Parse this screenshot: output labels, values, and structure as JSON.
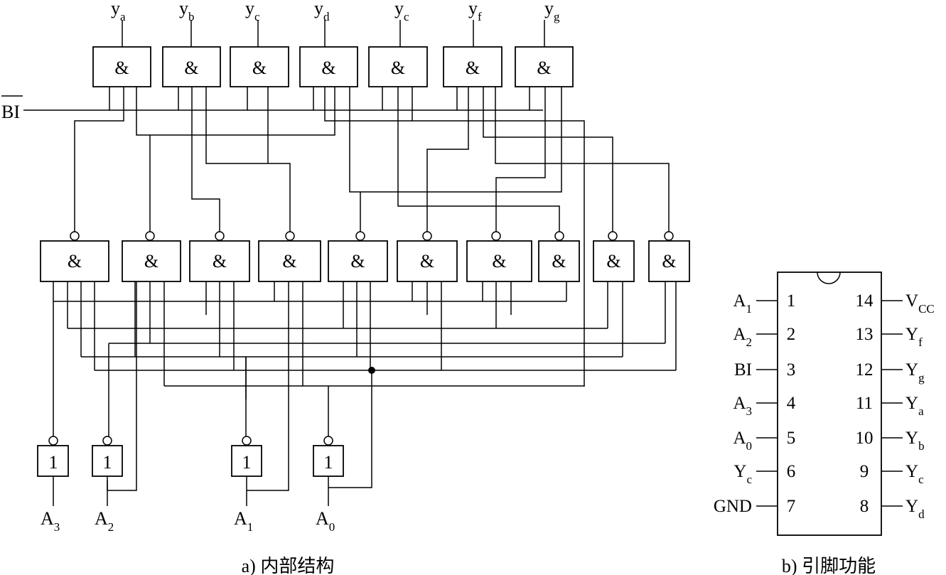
{
  "figure_a": {
    "caption": "a) 内部结构",
    "outputs": [
      {
        "base": "y",
        "sub": "a"
      },
      {
        "base": "y",
        "sub": "b"
      },
      {
        "base": "y",
        "sub": "c"
      },
      {
        "base": "y",
        "sub": "d"
      },
      {
        "base": "y",
        "sub": "c"
      },
      {
        "base": "y",
        "sub": "f"
      },
      {
        "base": "y",
        "sub": "g"
      }
    ],
    "and_symbol": "&",
    "inverter_symbol": "1",
    "blanking_input": "BI",
    "inputs": [
      {
        "base": "A",
        "sub": "3"
      },
      {
        "base": "A",
        "sub": "2"
      },
      {
        "base": "A",
        "sub": "1"
      },
      {
        "base": "A",
        "sub": "0"
      }
    ]
  },
  "figure_b": {
    "caption": "b) 引脚功能",
    "left_pins": [
      {
        "num": "1",
        "base": "A",
        "sub": "1"
      },
      {
        "num": "2",
        "base": "A",
        "sub": "2"
      },
      {
        "num": "3",
        "base": "BI",
        "sub": ""
      },
      {
        "num": "4",
        "base": "A",
        "sub": "3"
      },
      {
        "num": "5",
        "base": "A",
        "sub": "0"
      },
      {
        "num": "6",
        "base": "Y",
        "sub": "c"
      },
      {
        "num": "7",
        "base": "GND",
        "sub": ""
      }
    ],
    "right_pins": [
      {
        "num": "14",
        "base": "V",
        "sub": "CC"
      },
      {
        "num": "13",
        "base": "Y",
        "sub": "f"
      },
      {
        "num": "12",
        "base": "Y",
        "sub": "g"
      },
      {
        "num": "11",
        "base": "Y",
        "sub": "a"
      },
      {
        "num": "10",
        "base": "Y",
        "sub": "b"
      },
      {
        "num": "9",
        "base": "Y",
        "sub": "c"
      },
      {
        "num": "8",
        "base": "Y",
        "sub": "d"
      }
    ]
  }
}
